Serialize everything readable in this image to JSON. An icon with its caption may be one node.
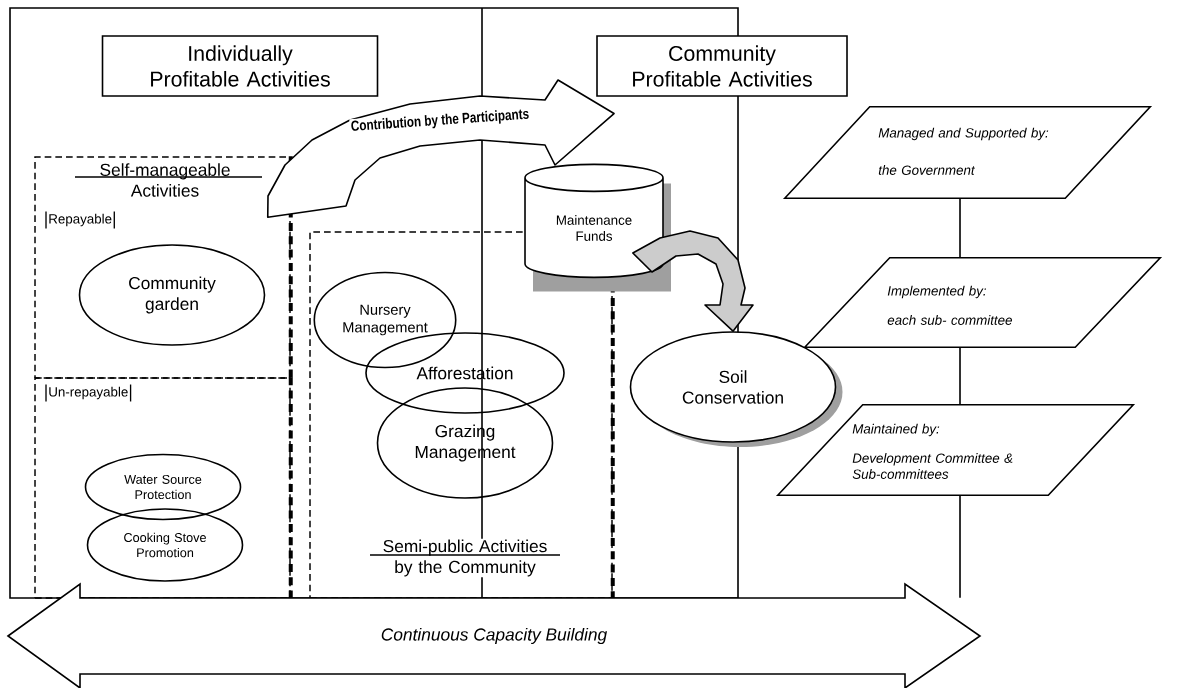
{
  "diagram": {
    "nodes": [
      {
        "text": [
          "Individually Profitable Activities"
        ]
      },
      {
        "text": [
          "Community Profitable Activities"
        ]
      },
      {
        "text": [
          "Self-manageable Activities",
          "Repayable"
        ]
      },
      {
        "text": [
          "Community garden"
        ],
        "in": 2
      },
      {
        "text": [
          "Un-repayable"
        ]
      },
      {
        "text": [
          "Water Source Protection"
        ],
        "in": 4
      },
      {
        "text": [
          "Cooking Stove Promotion"
        ],
        "in": 4
      },
      {
        "text": [
          "Semi-public Activities by the Community"
        ]
      },
      {
        "text": [
          "Nursery Management"
        ],
        "in": 7
      },
      {
        "text": [
          "Afforestation"
        ],
        "in": 7
      },
      {
        "text": [
          "Grazing Management"
        ],
        "in": 7
      },
      {
        "text": [
          "Maintenance Funds"
        ]
      },
      {
        "text": [
          "Soil Conservation"
        ]
      },
      {
        "text": [
          "Managed and Supported by:",
          "the Government"
        ]
      },
      {
        "text": [
          "Implemented by:",
          "each sub- committee"
        ]
      },
      {
        "text": [
          "Maintained by:",
          "Development Committee & Sub-committees"
        ]
      },
      {
        "text": [
          "Continuous Capacity Building"
        ]
      }
    ],
    "edges": [
      {
        "from": 2,
        "to": 11,
        "arrow": "to",
        "label": "Contribution by the Participants"
      },
      {
        "from": 11,
        "to": 12,
        "arrow": "to"
      },
      {
        "from": 13,
        "to": 14,
        "arrow": "none"
      },
      {
        "from": 14,
        "to": 15,
        "arrow": "none"
      },
      {
        "from": 15,
        "to": 16,
        "arrow": "none"
      }
    ]
  }
}
